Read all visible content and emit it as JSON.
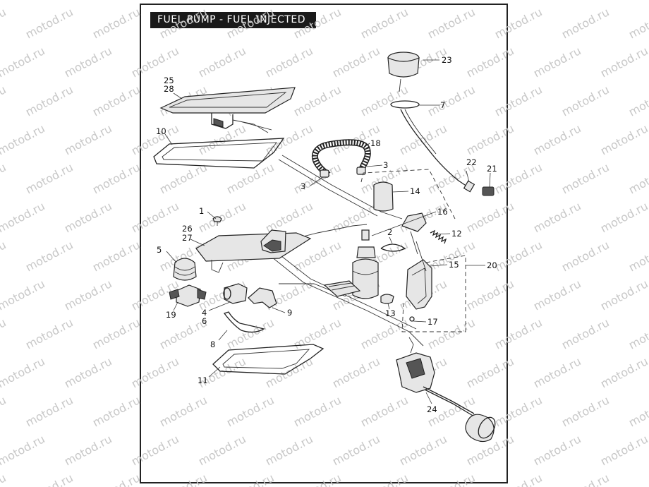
{
  "title": "FUEL PUMP - FUEL INJECTED",
  "watermark": "motod.ru",
  "callouts": {
    "c1": "1",
    "c2": "2",
    "c3a": "3",
    "c3b": "3",
    "c4": "4",
    "c5": "5",
    "c6": "6",
    "c7": "7",
    "c8": "8",
    "c9": "9",
    "c10": "10",
    "c11": "11",
    "c12": "12",
    "c13": "13",
    "c14": "14",
    "c15": "15",
    "c16": "16",
    "c17": "17",
    "c18": "18",
    "c19": "19",
    "c20": "20",
    "c21": "21",
    "c22": "22",
    "c23": "23",
    "c24": "24",
    "c25": "25",
    "c26": "26",
    "c27": "27",
    "c28": "28"
  }
}
